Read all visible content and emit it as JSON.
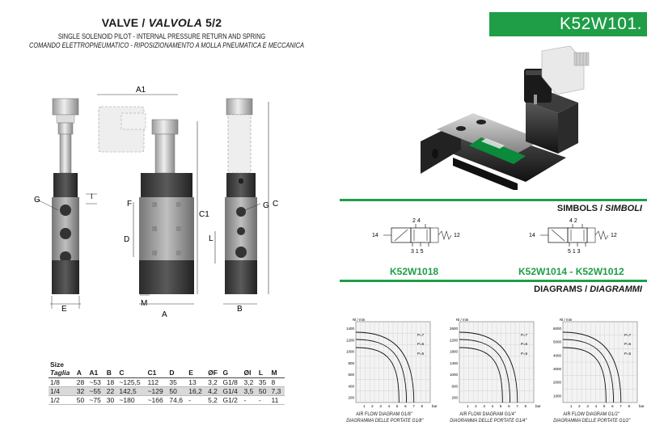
{
  "header": {
    "title_main": "VALVE / ",
    "title_italic": "VALVOLA",
    "title_suffix": " 5/2",
    "subtitle_en": "SINGLE SOLENOID PILOT - INTERNAL PRESSURE RETURN AND SPRING",
    "subtitle_it": "COMANDO ELETTROPNEUMATICO - RIPOSIZIONAMENTO A MOLLA PNEUMATICA E MECCANICA"
  },
  "code_banner": "K52W101.",
  "dim_labels": {
    "A1": "A1",
    "G": "G",
    "I": "I",
    "F": "F",
    "D": "D",
    "C1": "C1",
    "E": "E",
    "M": "M",
    "A": "A",
    "L": "L",
    "C": "C",
    "B": "B"
  },
  "symbols": {
    "title": "SIMBOLS / ",
    "title_italic": "SIMBOLI",
    "left": {
      "code": "K52W1018",
      "top_ports": "2  4",
      "bottom_ports": "3 1 5",
      "left_port": "14",
      "right_port": "12"
    },
    "right": {
      "code": "K52W1014  -  K52W1012",
      "top_ports": "4  2",
      "bottom_ports": "5 1 3",
      "left_port": "14",
      "right_port": "12"
    }
  },
  "diagrams": {
    "title": "DIAGRAMS / ",
    "title_italic": "DIAGRAMMI",
    "unit_y": "Nl / min",
    "unit_x": "bar",
    "items": [
      {
        "caption_en": "AIR FLOW DIAGRAM G1/8\"",
        "caption_it": "DIAGRAMMA DELLE PORTATE G1/8\"",
        "yticks": [
          "1400",
          "1200",
          "1000",
          "800",
          "600",
          "400",
          "200"
        ],
        "curves": [
          "P=7",
          "P=6",
          "P=5"
        ]
      },
      {
        "caption_en": "AIR FLOW DIAGRAM G1/4\"",
        "caption_it": "DIAGRAMMA DELLE PORTATE G1/4\"",
        "yticks": [
          "2600",
          "2200",
          "1800",
          "1400",
          "1000",
          "600",
          "200"
        ],
        "curves": [
          "P=7",
          "P=6",
          "P=5"
        ]
      },
      {
        "caption_en": "AIR FLOW DIAGRAM G1/2\"",
        "caption_it": "DIAGRAMMA DELLE PORTATE G1/2\"",
        "yticks": [
          "6000",
          "5000",
          "4000",
          "3000",
          "2000",
          "1000"
        ],
        "curves": [
          "P=7",
          "P=6",
          "P=5"
        ]
      }
    ],
    "xticks": [
      "1",
      "2",
      "3",
      "4",
      "5",
      "6",
      "7",
      "8"
    ]
  },
  "table": {
    "size_label": "Size",
    "taglia_label": "Taglia",
    "columns": [
      "A",
      "A1",
      "B",
      "C",
      "C1",
      "D",
      "E",
      "ØF",
      "G",
      "ØI",
      "L",
      "M"
    ],
    "rows": [
      [
        "1/8",
        "28",
        "~53",
        "18",
        "~125,5",
        "112",
        "35",
        "13",
        "3,2",
        "G1/8",
        "3,2",
        "35",
        "8"
      ],
      [
        "1/4",
        "32",
        "~55",
        "22",
        "142,5",
        "~129",
        "50",
        "16,2",
        "4,2",
        "G1/4",
        "3,5",
        "50",
        "7,3"
      ],
      [
        "1/2",
        "50",
        "~75",
        "30",
        "~180",
        "~166",
        "74,6",
        "-",
        "5,2",
        "G1/2",
        "-",
        "-",
        "11"
      ]
    ]
  }
}
